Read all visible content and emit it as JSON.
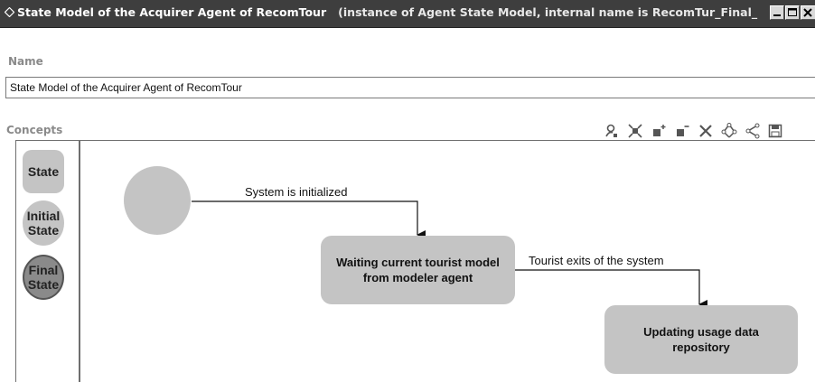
{
  "window": {
    "title_main": "State Model of the Acquirer Agent of RecomTour",
    "title_rest": "(instance of Agent State Model, internal name is RecomTur_Final_I..."
  },
  "name_section": {
    "label": "Name",
    "value": "State Model of the Acquirer Agent of RecomTour"
  },
  "concepts_section": {
    "label": "Concepts",
    "palette": [
      {
        "label": "State"
      },
      {
        "label": "Initial State"
      },
      {
        "label": "Final State"
      }
    ],
    "toolbar_icons": [
      "select-person-icon",
      "fit-icon",
      "zoom-in-icon",
      "zoom-out-icon",
      "delete-icon",
      "layout-tree-icon",
      "share-icon",
      "save-icon"
    ]
  },
  "diagram": {
    "nodes": [
      {
        "label": "Waiting current tourist model from modeler agent"
      },
      {
        "label": "Updating usage data repository"
      }
    ],
    "edges": [
      {
        "label": "System is initialized"
      },
      {
        "label": "Tourist exits of the system"
      }
    ]
  },
  "colors": {
    "titlebar": "#3e3e3e",
    "state_fill": "#c4c4c4",
    "final_state_fill": "#8a8a8a"
  }
}
